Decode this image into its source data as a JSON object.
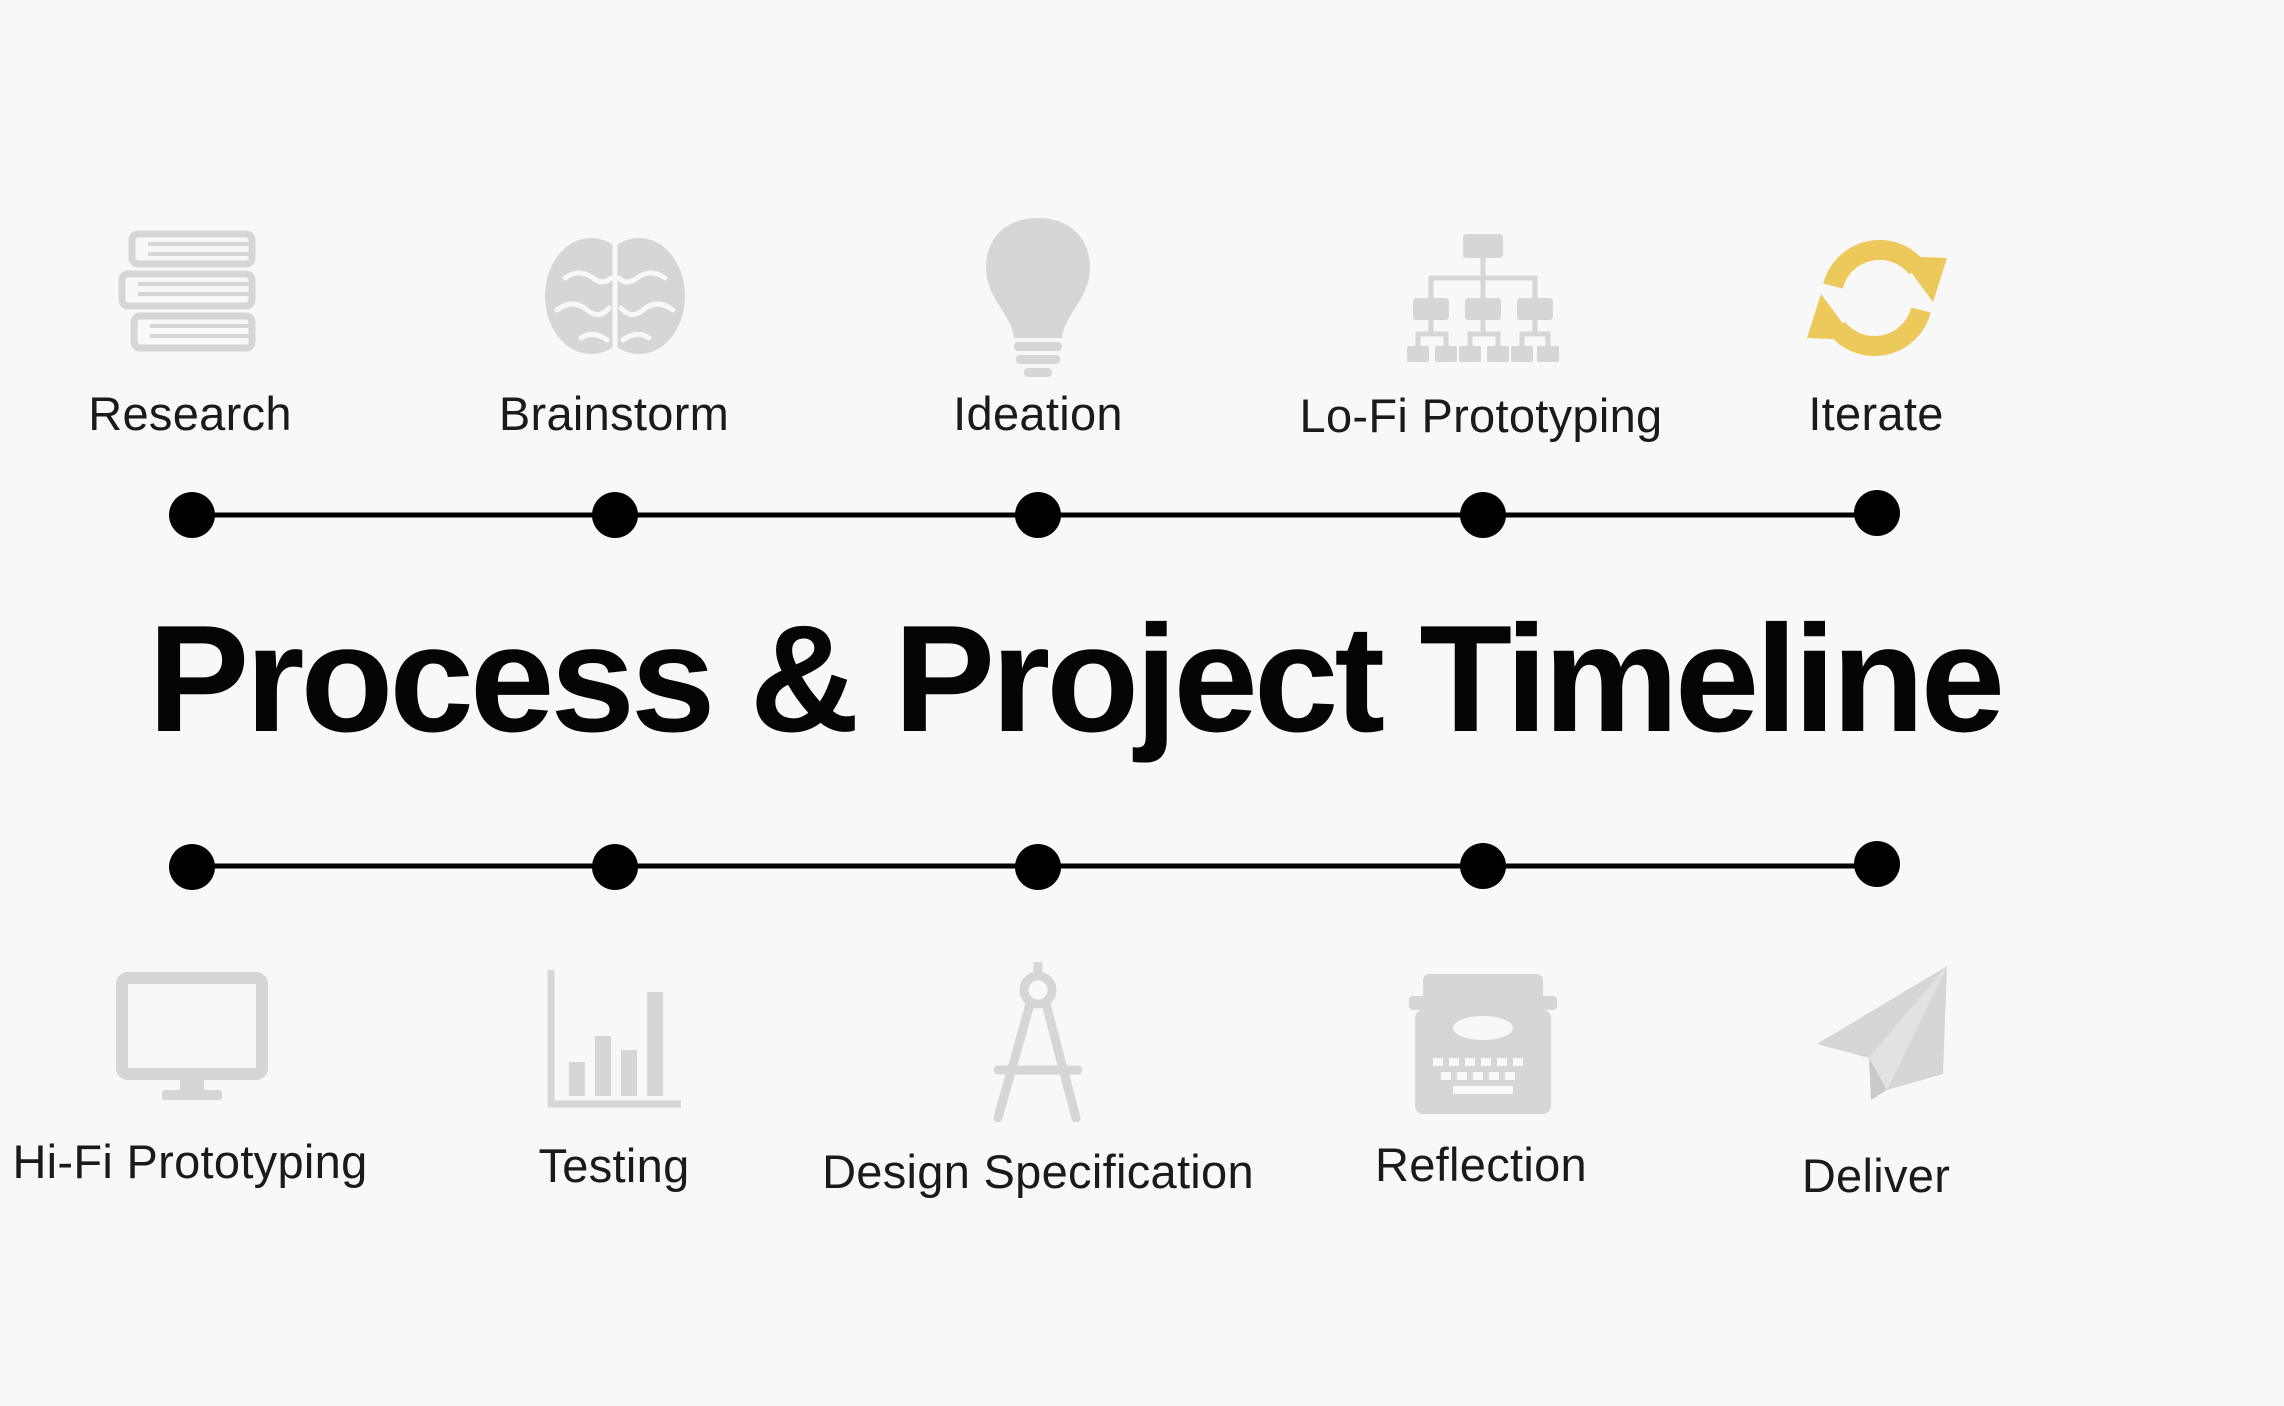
{
  "title": "Process & Project Timeline",
  "colors": {
    "icon_gray": "#d6d6d6",
    "icon_accent": "#ecc95a",
    "line": "#000000",
    "background": "#f8f8f8"
  },
  "top_row": [
    {
      "label": "Research",
      "icon": "books-icon"
    },
    {
      "label": "Brainstorm",
      "icon": "brain-icon"
    },
    {
      "label": "Ideation",
      "icon": "lightbulb-icon"
    },
    {
      "label": "Lo-Fi Prototyping",
      "icon": "sitemap-icon"
    },
    {
      "label": "Iterate",
      "icon": "refresh-icon"
    }
  ],
  "bottom_row": [
    {
      "label": "Hi-Fi Prototyping",
      "icon": "monitor-icon"
    },
    {
      "label": "Testing",
      "icon": "bar-chart-icon"
    },
    {
      "label": "Design Specification",
      "icon": "compass-icon"
    },
    {
      "label": "Reflection",
      "icon": "typewriter-icon"
    },
    {
      "label": "Deliver",
      "icon": "paper-plane-icon"
    }
  ]
}
